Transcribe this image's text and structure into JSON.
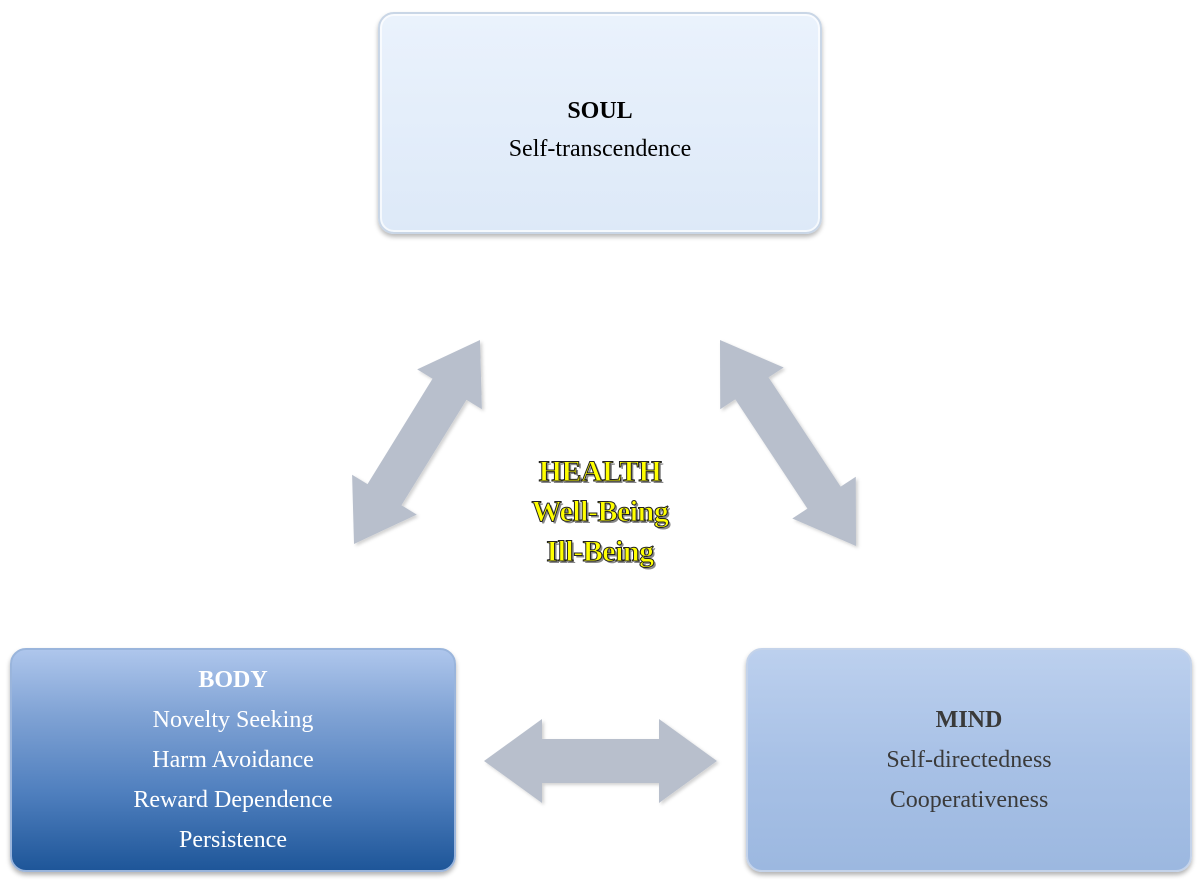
{
  "soul": {
    "title": "SOUL",
    "lines": [
      "Self-transcendence"
    ]
  },
  "body": {
    "title": "BODY",
    "lines": [
      "Novelty Seeking",
      "Harm Avoidance",
      "Reward Dependence",
      "Persistence"
    ]
  },
  "mind": {
    "title": "MIND",
    "lines": [
      "Self-directedness",
      "Cooperativeness"
    ]
  },
  "center": {
    "lines": [
      "HEALTH",
      "Well-Being",
      "Ill-Being"
    ]
  },
  "colors": {
    "arrow": "#b8bfcc",
    "center_text": "#ffff00",
    "soul_box": "#e3edfa",
    "body_box": "#4f7fbe",
    "mind_box": "#a8c1e6"
  }
}
